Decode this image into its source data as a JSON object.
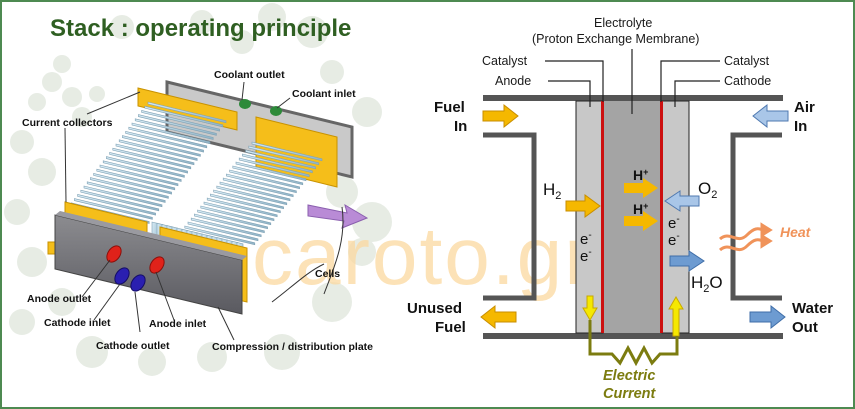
{
  "stack": {
    "title": "Stack : operating principle",
    "labels": {
      "coolant_outlet": "Coolant outlet",
      "coolant_inlet": "Coolant inlet",
      "current_collectors": "Current collectors",
      "cells": "Cells",
      "anode_outlet": "Anode outlet",
      "cathode_inlet": "Cathode inlet",
      "anode_inlet": "Anode inlet",
      "cathode_outlet": "Cathode outlet",
      "compression_plate": "Compression / distribution plate"
    }
  },
  "cell": {
    "electrolyte": "Electrolyte",
    "pem": "(Proton Exchange Membrane)",
    "catalyst_left": "Catalyst",
    "anode": "Anode",
    "catalyst_right": "Catalyst",
    "cathode": "Cathode",
    "fuel_in": [
      "Fuel",
      "In"
    ],
    "air_in": [
      "Air",
      "In"
    ],
    "unused_fuel": [
      "Unused",
      "Fuel"
    ],
    "water_out": [
      "Water",
      "Out"
    ],
    "h2": "H",
    "h2_sub": "2",
    "o2": "O",
    "o2_sub": "2",
    "h_plus": "H",
    "plus": "+",
    "electron": "e",
    "minus": "-",
    "h2o_h": "H",
    "h2o_sub": "2",
    "h2o_o": "O",
    "heat": "Heat",
    "electric_current": [
      "Electric",
      "Current"
    ]
  },
  "watermark": "caroto.gr",
  "colors": {
    "frame": "#4e8a51",
    "title": "#2f5f22",
    "fuel_arrow": "#f5b800",
    "air_arrow": "#a9c6e8",
    "water_arrow": "#6d9bd1",
    "membrane_red": "#cc1010",
    "circuit": "#7c7c10",
    "heat": "#f0935a",
    "watermark": "#fbd9a0"
  }
}
